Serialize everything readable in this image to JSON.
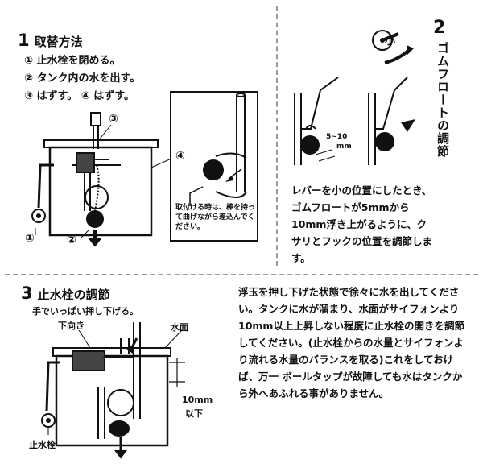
{
  "section1": {
    "number": "1",
    "title": "取替方法",
    "steps": [
      "① 止水栓を閉める。",
      "② タンク内の水を出す。",
      "③ はずす。 ④ はずす。"
    ],
    "callouts": {
      "c1": "①",
      "c2": "②",
      "c3": "③",
      "c4": "④"
    },
    "inset_note": "取付ける時は、棒を持って曲げながら差込んでください。"
  },
  "section2": {
    "number": "2",
    "title": "ゴムフロートの調節",
    "lever_label": "小",
    "gap_label": "5~10",
    "gap_unit": "mm",
    "description": "レバーを小の位置にしたとき、ゴムフロートが5mmから10mm浮き上がるように、クサリとフックの位置を調節します。"
  },
  "section3": {
    "number": "3",
    "title": "止水栓の調節",
    "press_note": "手でいっぱい押し下げる。",
    "down_label": "下向き",
    "water_label": "水面",
    "level_value": "10mm",
    "level_unit": "以下",
    "valve_label": "止水栓",
    "description": "浮玉を押し下げた状態で徐々に水を出してください。タンクに水が溜まり、水面がサイフォンより10mm以上上昇しない程度に止水栓の開きを調節してください。(止水栓からの水量とサイフォンより流れる水量のバランスを取る)これをしておけば、万一 ボールタップが故障しても水はタンクから外へあふれる事がありません。"
  }
}
